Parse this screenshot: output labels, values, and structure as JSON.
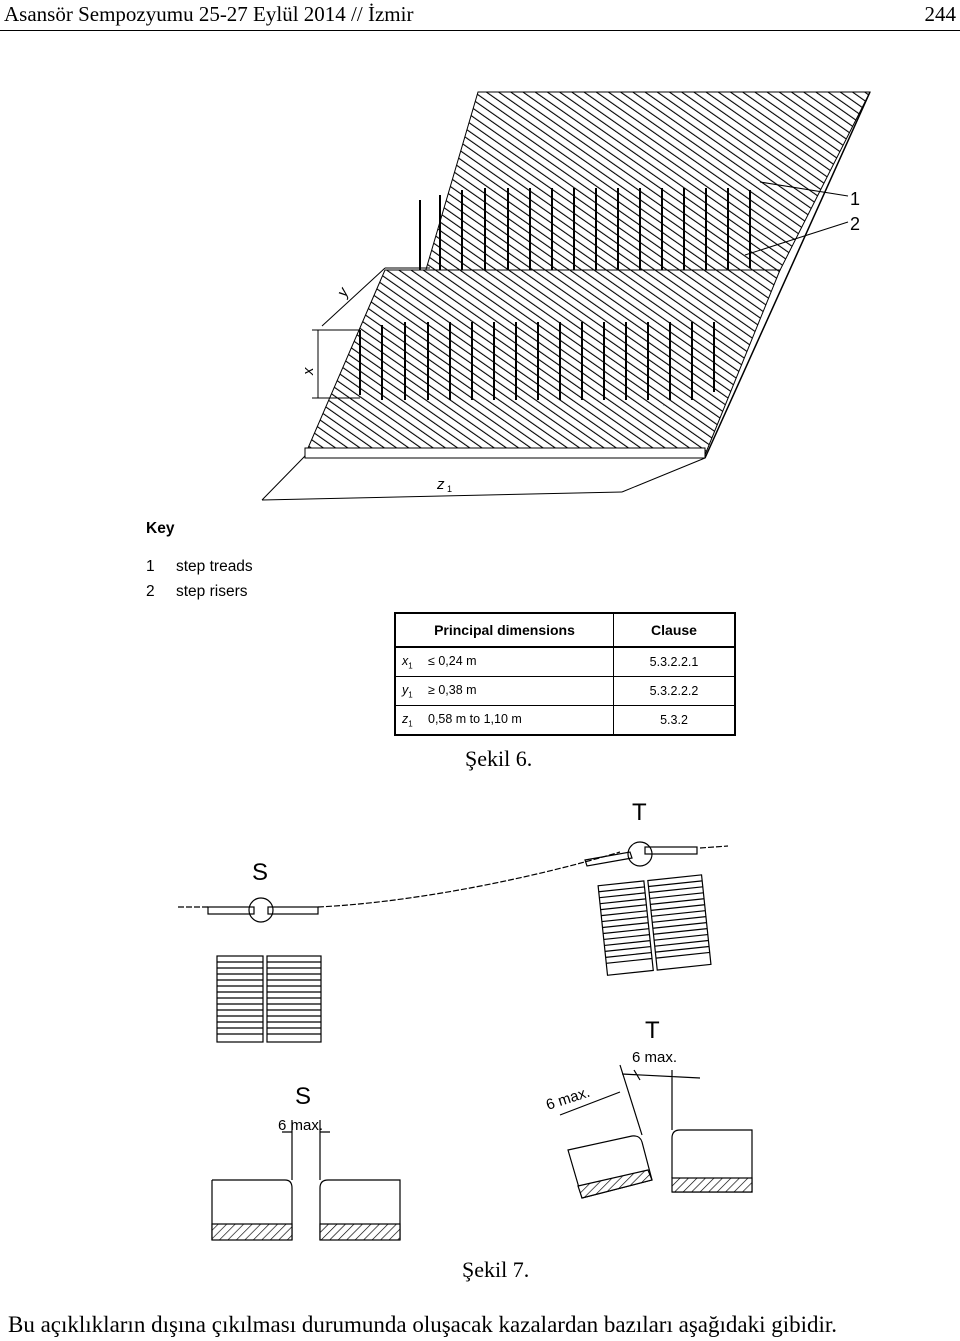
{
  "header": {
    "title": "Asansör Sempozyumu 25-27 Eylül 2014 // İzmir",
    "page_number": "244"
  },
  "figure6": {
    "callouts": [
      "1",
      "2"
    ],
    "dim_labels": {
      "x": "x",
      "y": "y",
      "z": "z",
      "subscript": "1"
    },
    "key": {
      "title": "Key",
      "items": [
        {
          "num": "1",
          "label": "step treads"
        },
        {
          "num": "2",
          "label": "step risers"
        }
      ]
    },
    "table": {
      "headers": [
        "Principal dimensions",
        "Clause"
      ],
      "rows": [
        {
          "symbol": "x",
          "sub": "1",
          "value": "≤ 0,24 m",
          "clause": "5.3.2.2.1"
        },
        {
          "symbol": "y",
          "sub": "1",
          "value": "≥ 0,38 m",
          "clause": "5.3.2.2.2"
        },
        {
          "symbol": "z",
          "sub": "1",
          "value": "0,58 m to 1,10 m",
          "clause": "5.3.2"
        }
      ]
    },
    "caption": "Şekil  6."
  },
  "figure7": {
    "labels": {
      "s": "S",
      "t": "T",
      "max": "6 max."
    },
    "caption": "Şekil  7."
  },
  "body_text": "Bu açıklıkların dışına çıkılması durumunda oluşacak kazalardan bazıları aşağıdaki gibidir."
}
